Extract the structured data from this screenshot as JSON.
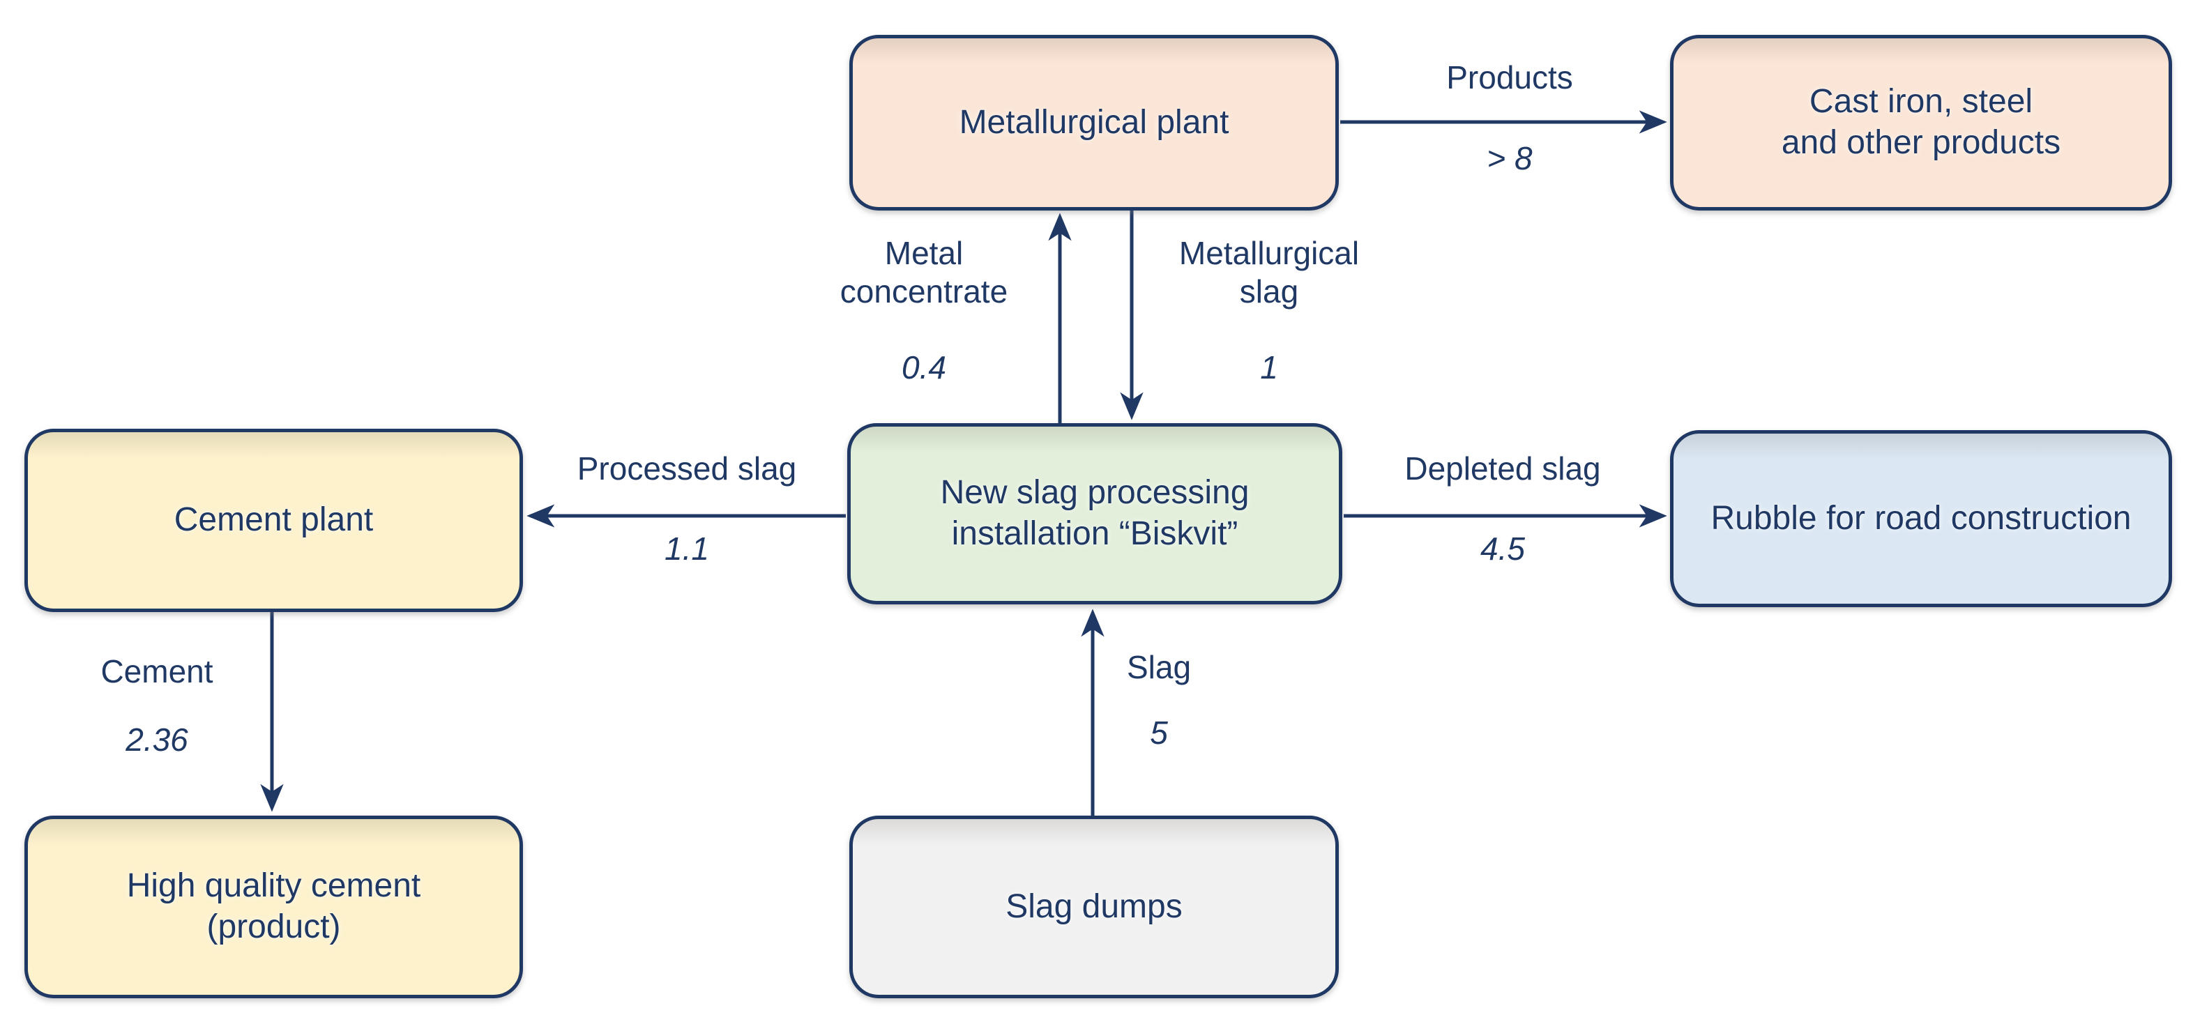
{
  "nodes": {
    "metallurgical_plant": {
      "label": "Metallurgical plant"
    },
    "cast_iron_products": {
      "label": "Cast iron, steel\nand other products"
    },
    "cement_plant": {
      "label": "Cement plant"
    },
    "biskvit_installation": {
      "label": "New slag processing\ninstallation “Biskvit”"
    },
    "rubble": {
      "label": "Rubble for road construction"
    },
    "high_quality_cement": {
      "label": "High quality cement\n(product)"
    },
    "slag_dumps": {
      "label": "Slag dumps"
    }
  },
  "flows": {
    "products": {
      "label": "Products",
      "value": "> 8",
      "from": "metallurgical_plant",
      "to": "cast_iron_products"
    },
    "metal_concentrate": {
      "label": "Metal\nconcentrate",
      "value": "0.4",
      "from": "biskvit_installation",
      "to": "metallurgical_plant"
    },
    "metallurgical_slag": {
      "label": "Metallurgical\nslag",
      "value": "1",
      "from": "metallurgical_plant",
      "to": "biskvit_installation"
    },
    "processed_slag": {
      "label": "Processed slag",
      "value": "1.1",
      "from": "biskvit_installation",
      "to": "cement_plant"
    },
    "depleted_slag": {
      "label": "Depleted slag",
      "value": "4.5",
      "from": "biskvit_installation",
      "to": "rubble"
    },
    "cement": {
      "label": "Cement",
      "value": "2.36",
      "from": "cement_plant",
      "to": "high_quality_cement"
    },
    "slag": {
      "label": "Slag",
      "value": "5",
      "from": "slag_dumps",
      "to": "biskvit_installation"
    }
  },
  "colors": {
    "ink": "#1f3864",
    "fill_peach": "#fbe5d6",
    "fill_yellow": "#fdf2cc",
    "fill_green": "#e2efda",
    "fill_blue": "#dbe7f3",
    "fill_gray": "#f1f1f1",
    "background": "#ffffff"
  }
}
